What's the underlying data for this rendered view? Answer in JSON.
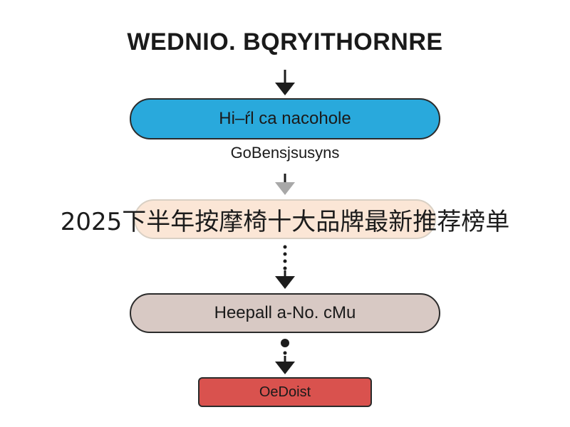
{
  "diagram": {
    "title": "WEDNIO. BQRYITHORNRE",
    "nodes": [
      {
        "label": "Hi–ŕl ca nacohole",
        "fill": "#29a9dc"
      },
      {
        "label": "",
        "fill": "#fbe6d6"
      },
      {
        "label": "Heepall a-No. cMu",
        "fill": "#d8c9c4"
      },
      {
        "label": "OeDoist",
        "fill": "#d9524e"
      }
    ],
    "between_label": "GoBensjsusyns",
    "overlay_caption": "2025下半年按摩椅十大品牌最新推荐榜单",
    "colors": {
      "stroke": "#1c1c1c",
      "faded_arrow": "#a8a8a8"
    }
  }
}
